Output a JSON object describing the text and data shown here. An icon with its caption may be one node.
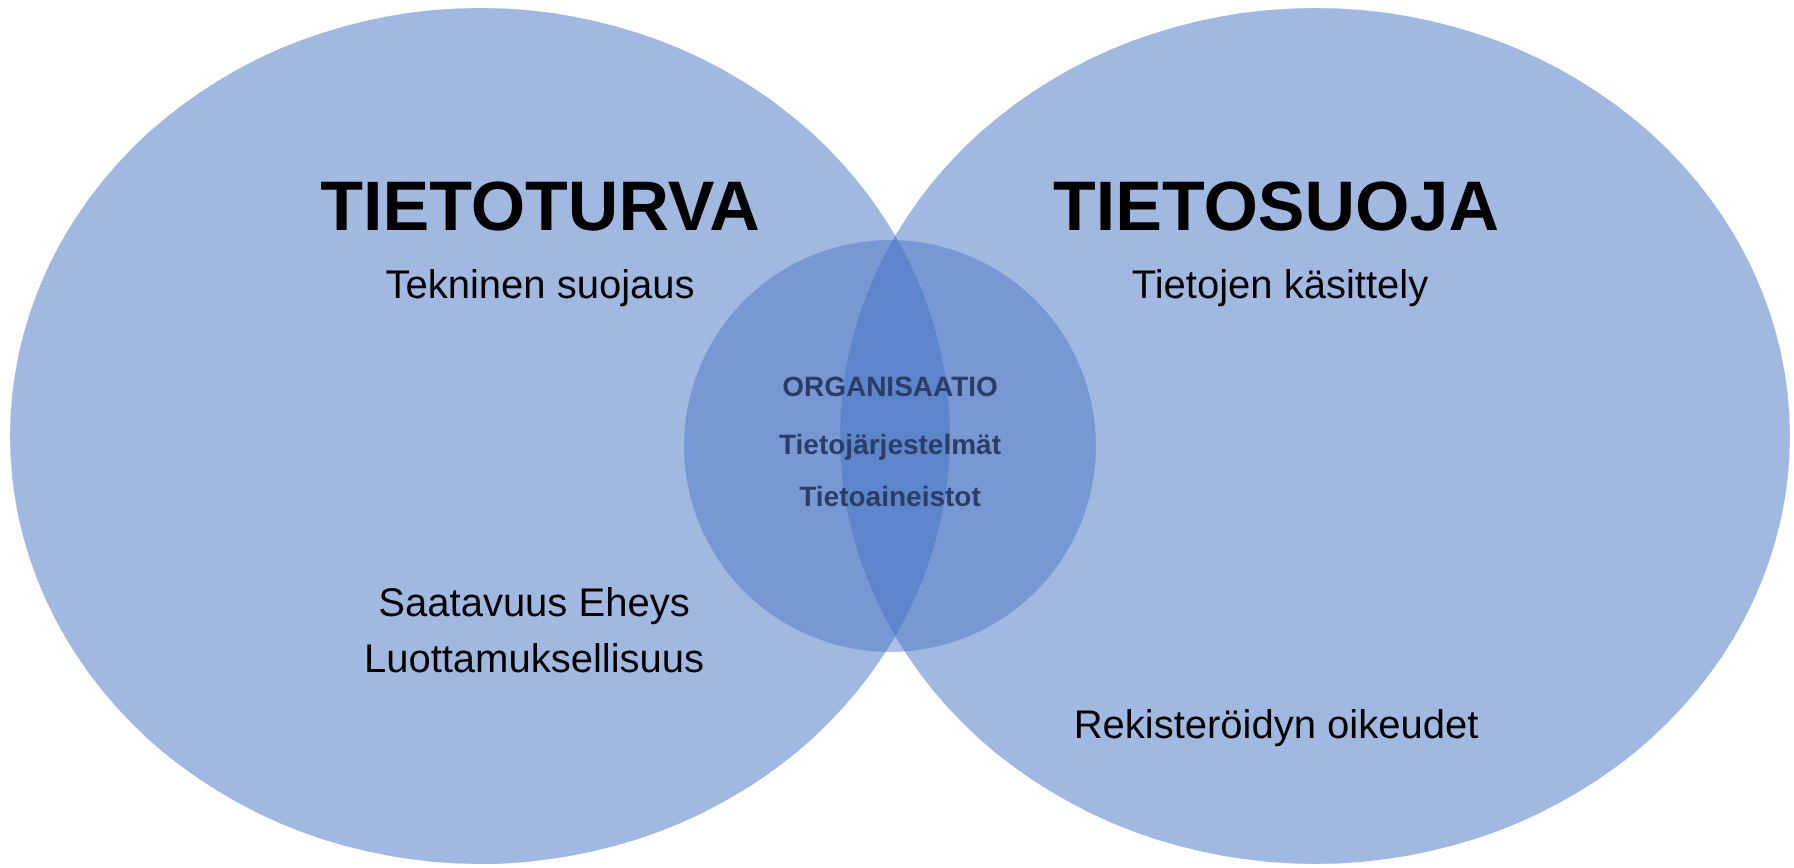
{
  "diagram": {
    "nodes": [
      {
        "text": [
          "TIETOTURVA",
          "Tekninen suojaus",
          "Saatavuus Eheys Luottamuksellisuus"
        ]
      },
      {
        "text": [
          "TIETOSUOJA",
          "Tietojen käsittely",
          "Rekisteröidyn oikeudet"
        ]
      },
      {
        "text": [
          "ORGANISAATIO",
          "Tietojärjestelmät Tietoaineistot"
        ]
      }
    ]
  }
}
